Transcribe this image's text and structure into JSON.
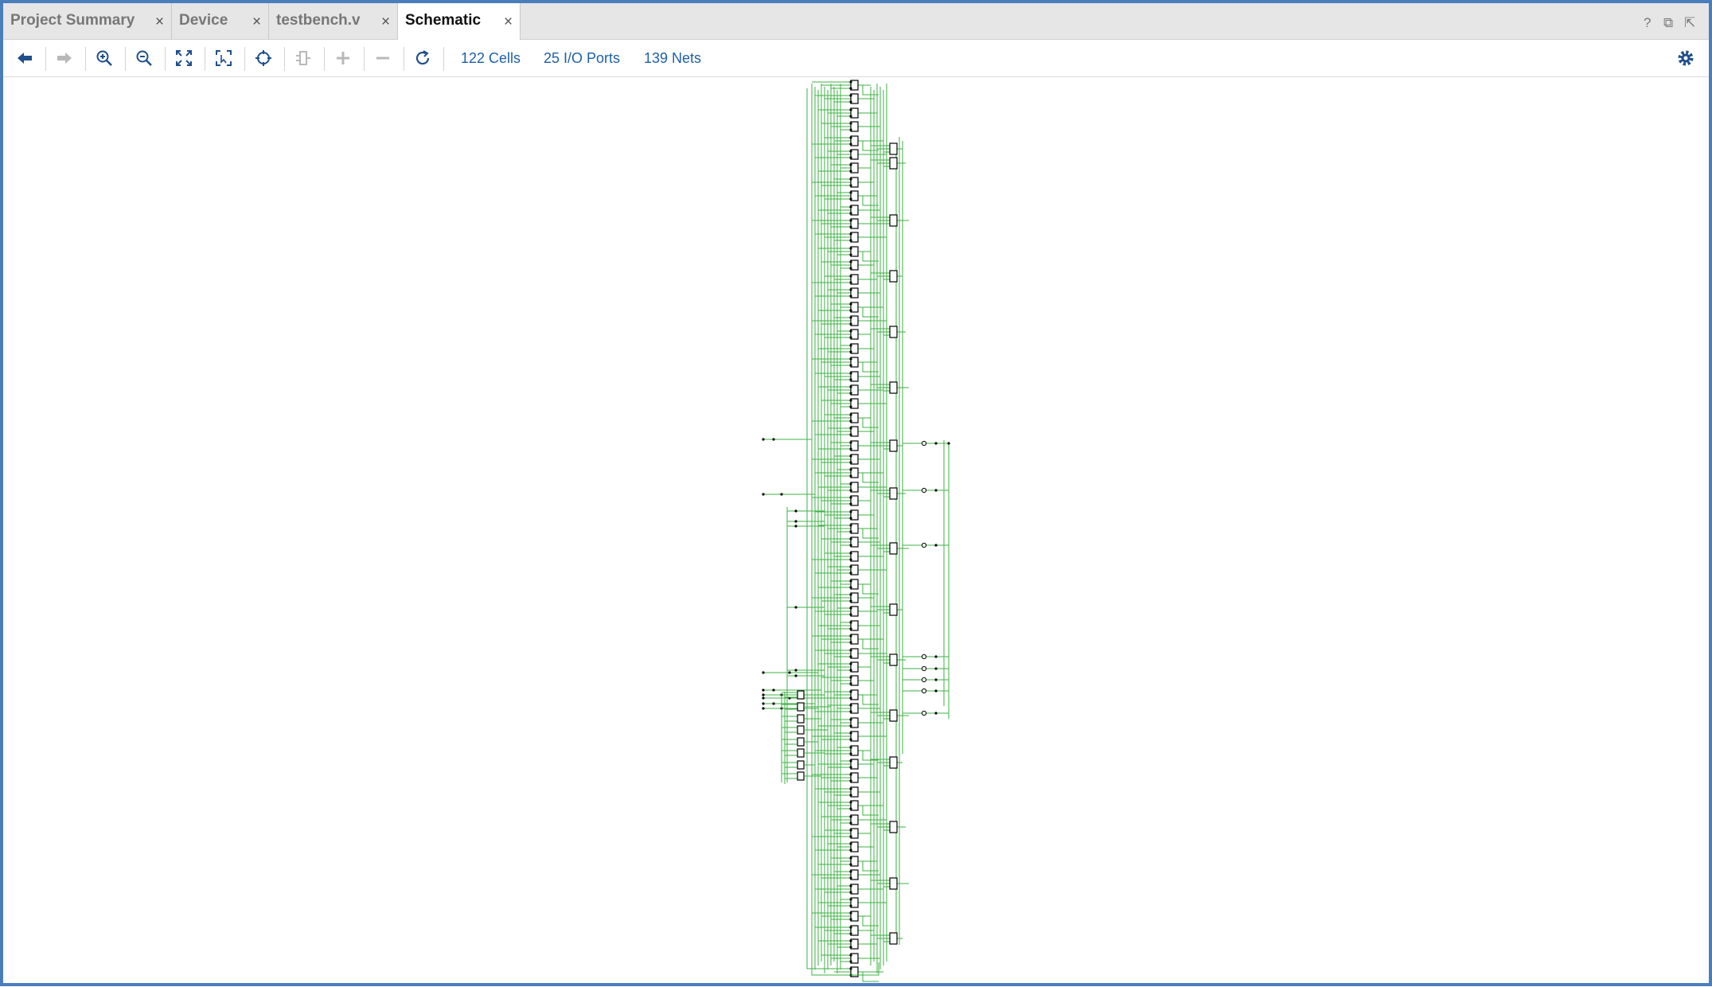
{
  "tabs": [
    {
      "label": "Project Summary",
      "active": false
    },
    {
      "label": "Device",
      "active": false
    },
    {
      "label": "testbench.v",
      "active": false
    },
    {
      "label": "Schematic",
      "active": true
    }
  ],
  "tab_close_glyph": "×",
  "window_controls": {
    "help": "?",
    "restore": "⧉",
    "float": "⇱"
  },
  "toolbar": {
    "icons": [
      "back-arrow-icon",
      "forward-arrow-icon",
      "zoom-in-icon",
      "zoom-out-icon",
      "zoom-fit-icon",
      "zoom-area-icon",
      "crosshair-icon",
      "collapse-icon",
      "expand-plus-icon",
      "collapse-minus-icon",
      "refresh-icon",
      "gear-icon"
    ],
    "cells": "122 Cells",
    "io_ports": "25 I/O Ports",
    "nets": "139 Nets"
  },
  "colors": {
    "frame": "#4a7ebb",
    "wire": "#3cb043",
    "cell_border": "#000000",
    "link": "#1d5fa8",
    "icon": "#1f4f8a",
    "icon_disabled": "#b8b8b8"
  }
}
